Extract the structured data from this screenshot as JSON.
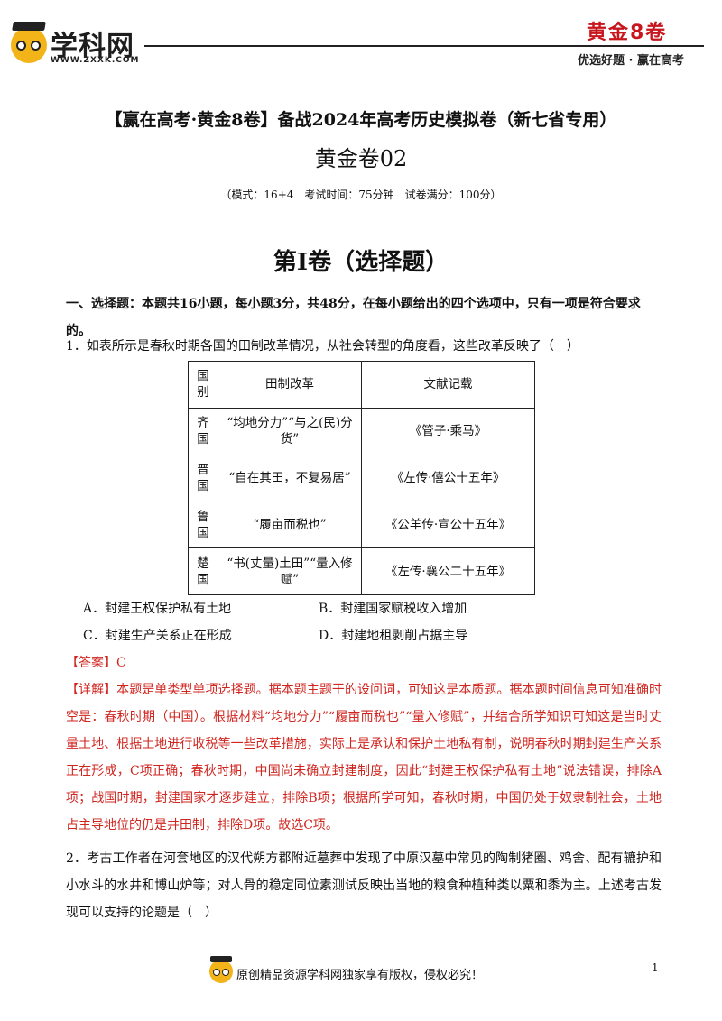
{
  "header": {
    "logo_text": "学科网",
    "logo_url": "WWW.ZXXK.COM",
    "brand_title": "黄金8卷",
    "brand_slogan": "优选好题 · 赢在高考"
  },
  "document": {
    "main_title": "【赢在高考·黄金8卷】备战2024年高考历史模拟卷（新七省专用）",
    "sub_title": "黄金卷02",
    "exam_info": "（模式：16+4　考试时间：75分钟　试卷满分：100分）",
    "section_title": "第I卷（选择题）",
    "instructions": "一、选择题：本题共16小题，每小题3分，共48分，在每小题给出的四个选项中，只有一项是符合要求的。"
  },
  "question1": {
    "stem": "1．如表所示是春秋时期各国的田制改革情况，从社会转型的角度看，这些改革反映了（　）",
    "table": {
      "headers": [
        "国别",
        "田制改革",
        "文献记载"
      ],
      "rows": [
        {
          "state": "齐国",
          "reform": "“均地分力”“与之(民)分货”",
          "source": "《管子·乘马》"
        },
        {
          "state": "晋国",
          "reform": "“自在其田，不复易居”",
          "source": "《左传·僖公十五年》"
        },
        {
          "state": "鲁国",
          "reform": "“履亩而税也”",
          "source": "《公羊传·宣公十五年》"
        },
        {
          "state": "楚国",
          "reform": "“书(丈量)土田”“量入修赋”",
          "source": "《左传·襄公二十五年》"
        }
      ]
    },
    "options": {
      "a": "A．封建王权保护私有土地",
      "b": "B．封建国家赋税收入增加",
      "c": "C．封建生产关系正在形成",
      "d": "D．封建地租剥削占据主导"
    },
    "answer": "【答案】C",
    "analysis": "【详解】本题是单类型单项选择题。据本题主题干的设问词，可知这是本质题。据本题时间信息可知准确时空是：春秋时期（中国）。根据材料“均地分力”“履亩而税也”“量入修赋”，并结合所学知识可知这是当时丈量土地、根据土地进行收税等一些改革措施，实际上是承认和保护土地私有制，说明春秋时期封建生产关系正在形成，C项正确；春秋时期，中国尚未确立封建制度，因此“封建王权保护私有土地”说法错误，排除A项；战国时期，封建国家才逐步建立，排除B项；根据所学可知，春秋时期，中国仍处于奴隶制社会，土地占主导地位的仍是井田制，排除D项。故选C项。"
  },
  "question2": {
    "stem": "2．考古工作者在河套地区的汉代朔方郡附近墓葬中发现了中原汉墓中常见的陶制猪圈、鸡舍、配有辘护和小水斗的水井和博山炉等；对人骨的稳定同位素测试反映出当地的粮食种植种类以粟和黍为主。上述考古发现可以支持的论题是（　）"
  },
  "footer": {
    "copyright": "原创精品资源学科网独家享有版权，侵权必究！",
    "page_number": "1"
  },
  "colors": {
    "brand_red": "#c8161d",
    "answer_red": "#d0251f",
    "logo_yellow": "#f2b418"
  }
}
